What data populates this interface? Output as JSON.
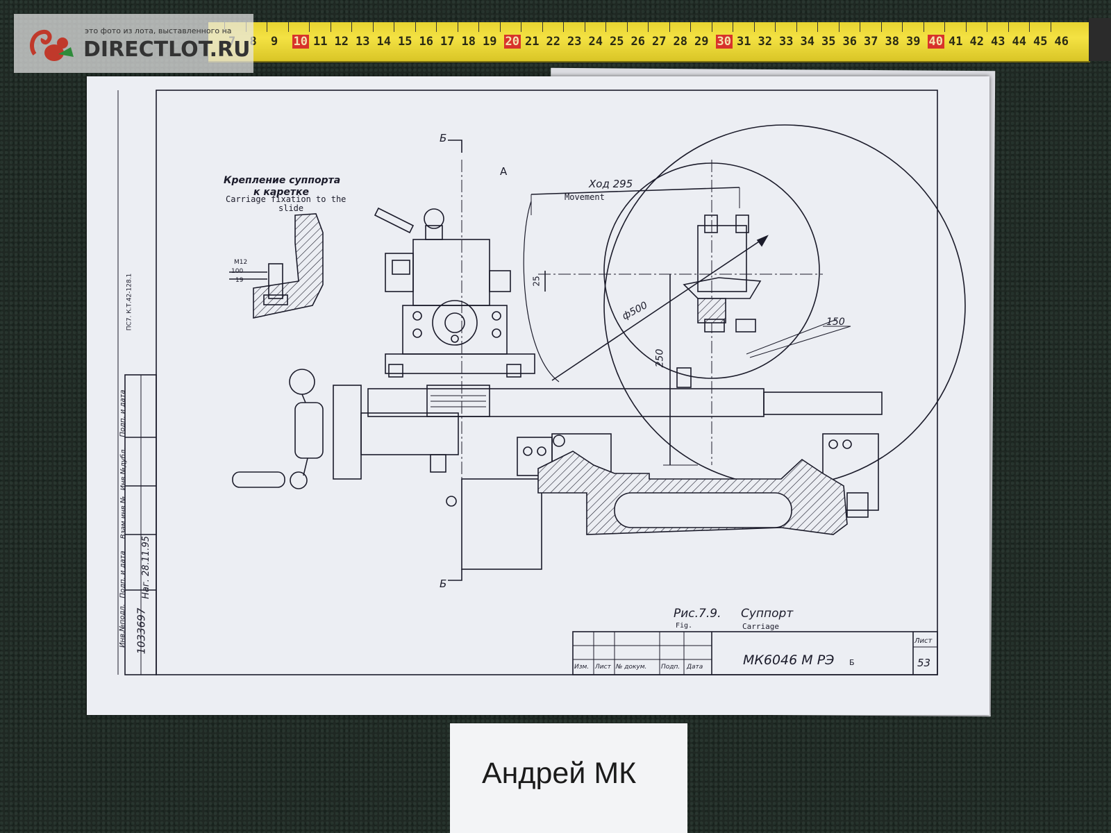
{
  "watermark": {
    "caption": "это фото из лота, выставленного на",
    "site": "DIRECTLOT.RU"
  },
  "tape_measure": {
    "numbers": [
      "7",
      "8",
      "9",
      "10",
      "11",
      "12",
      "13",
      "14",
      "15",
      "16",
      "17",
      "18",
      "19",
      "20",
      "21",
      "22",
      "23",
      "24",
      "25",
      "26",
      "27",
      "28",
      "29",
      "30",
      "31",
      "32",
      "33",
      "34",
      "35",
      "36",
      "37",
      "38",
      "39",
      "40",
      "41",
      "42",
      "43",
      "44",
      "45",
      "46"
    ],
    "highlighted": [
      "10",
      "20",
      "30",
      "40"
    ]
  },
  "drawing": {
    "section_mark": "Б",
    "view_mark": "А",
    "detail_title_ru_1": "Крепление суппорта",
    "detail_title_ru_2": "к каретке",
    "detail_title_en_1": "Carriage fixation to the",
    "detail_title_en_2": "slide",
    "detail_dims": [
      "М12",
      "100",
      "19"
    ],
    "stroke_label_ru": "Ход 295",
    "stroke_label_en": "Movement",
    "dim_25": "25",
    "dim_d500": "ф500",
    "dim_250": "250",
    "dim_150": "150",
    "fig_label_ru": "Рис.7.9.",
    "fig_label_en": "Fig.",
    "fig_title_ru": "Суппорт",
    "fig_title_en": "Carriage"
  },
  "title_block": {
    "doc_code": "МК6046 М РЭ",
    "suffix": "Б",
    "sheet_label": "Лист",
    "sheet_number": "53",
    "cols": [
      "Изм.",
      "Лист",
      "№ докум.",
      "Подп.",
      "Дата"
    ]
  },
  "side_stamp": {
    "inv_number": "1033697",
    "sign_date": "Наг. 28.11.95",
    "col_labels": [
      "Инв.№подл.",
      "Подп. и дата",
      "Взам.инв.№",
      "Инв.№дубл.",
      "Подп. и дата"
    ],
    "margin_text": "ПС7.  К.Т.42-128.1"
  },
  "name_card": {
    "text": "Андрей МК"
  },
  "colors": {
    "tape_yellow": "#f0de3c",
    "tape_red": "#d8322b",
    "paper": "#eceef3",
    "ink": "#1b1b2a",
    "carpet": "#1f2823"
  }
}
